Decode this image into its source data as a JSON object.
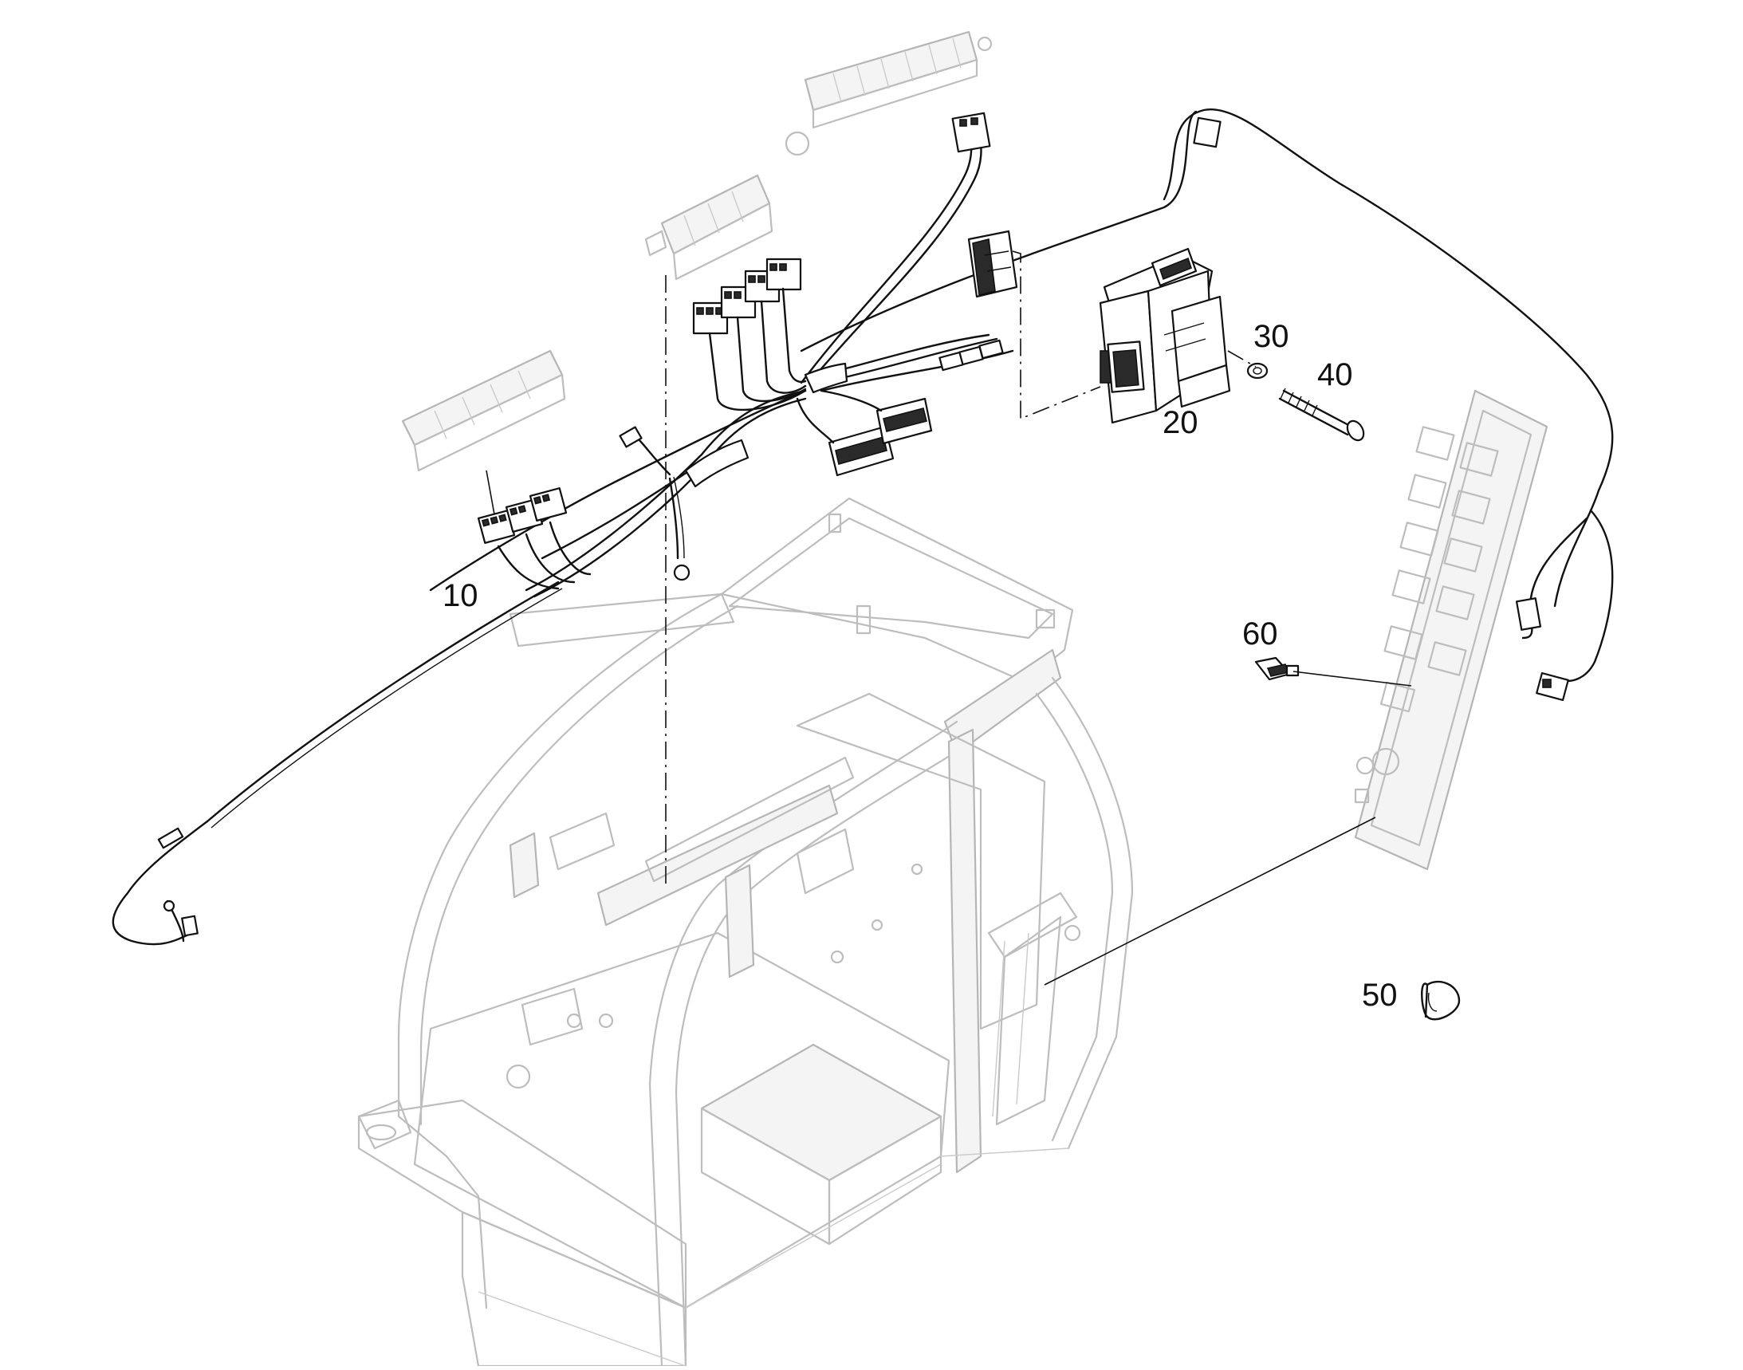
{
  "callouts": [
    {
      "id": "10",
      "label": "10"
    },
    {
      "id": "20",
      "label": "20"
    },
    {
      "id": "30",
      "label": "30"
    },
    {
      "id": "40",
      "label": "40"
    },
    {
      "id": "50",
      "label": "50"
    },
    {
      "id": "60",
      "label": "60"
    }
  ],
  "colors": {
    "ink": "#111111",
    "ghost": "#bdbdbd",
    "background": "#ffffff"
  }
}
